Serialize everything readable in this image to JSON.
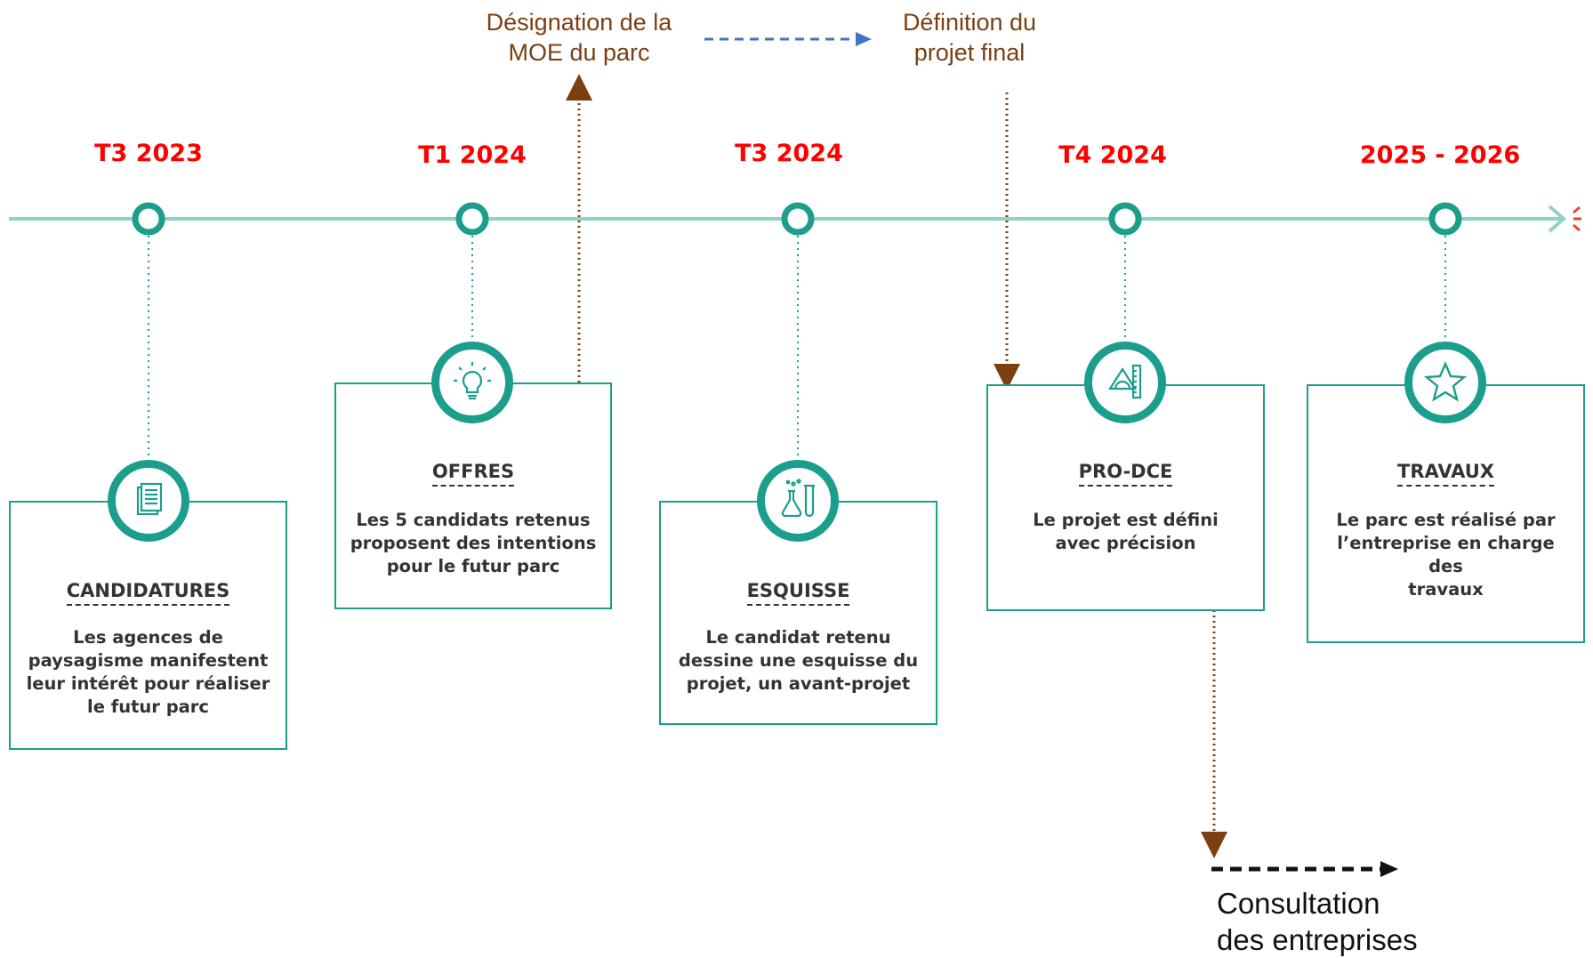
{
  "timeline": {
    "periods": [
      "T3 2023",
      "T1 2024",
      "T3 2024",
      "T4 2024",
      "2025 - 2026"
    ],
    "steps": [
      {
        "title": "CANDIDATURES",
        "description": "Les agences de\npaysagisme manifestent\nleur intérêt pour réaliser\nle futur parc",
        "icon": "document-icon"
      },
      {
        "title": "OFFRES",
        "description": "Les 5 candidats retenus\nproposent des intentions\npour le futur parc",
        "icon": "lightbulb-icon"
      },
      {
        "title": "ESQUISSE",
        "description": "Le candidat retenu\ndessine une esquisse du\nprojet, un avant-projet",
        "icon": "lab-flask-icon"
      },
      {
        "title": "PRO-DCE",
        "description": "Le projet est défini\navec précision",
        "icon": "protractor-ruler-icon"
      },
      {
        "title": "TRAVAUX",
        "description": "Le parc est réalisé par\nl’entreprise en charge des\ntravaux",
        "icon": "star-icon"
      }
    ]
  },
  "annotations": {
    "designation": "Désignation de la\nMOE du parc",
    "definition": "Définition du\nprojet final",
    "consultation": "Consultation\ndes entreprises"
  },
  "colors": {
    "teal": "#1b9e8c",
    "timeline_line": "#8fd3c6",
    "period_red": "#ff0000",
    "annotation_brown": "#7b3f12",
    "dashed_blue": "#4472c4",
    "end_marker": "#e8452c"
  }
}
